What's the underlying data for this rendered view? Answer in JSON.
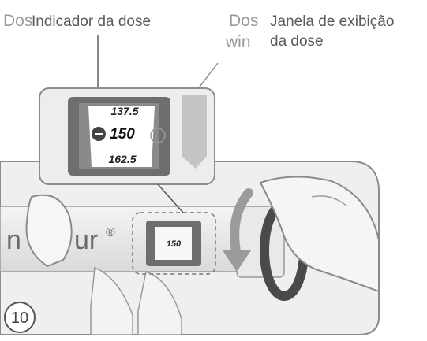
{
  "labels": {
    "dose_indicator": "Indicador da dose",
    "dose_window_line1": "Janela de exibição",
    "dose_window_line2": "da dose",
    "ghost_left": "Dos",
    "ghost_right_line1": "Dos",
    "ghost_right_line2": "win"
  },
  "dose_scale": {
    "above": "137.5",
    "selected": "150",
    "below": "162.5"
  },
  "pen": {
    "brand_fragment": "n",
    "brand_suffix": "ur",
    "registered_mark": "®"
  },
  "step": {
    "number": "10"
  },
  "colors": {
    "pen_body": "#e6e6e6",
    "window_frame": "#6e6e6e",
    "arrow": "#9b9b9b",
    "ring": "#4a4a4a",
    "label_text": "#5a5a5a",
    "ghost_text": "#9a9a9a"
  }
}
